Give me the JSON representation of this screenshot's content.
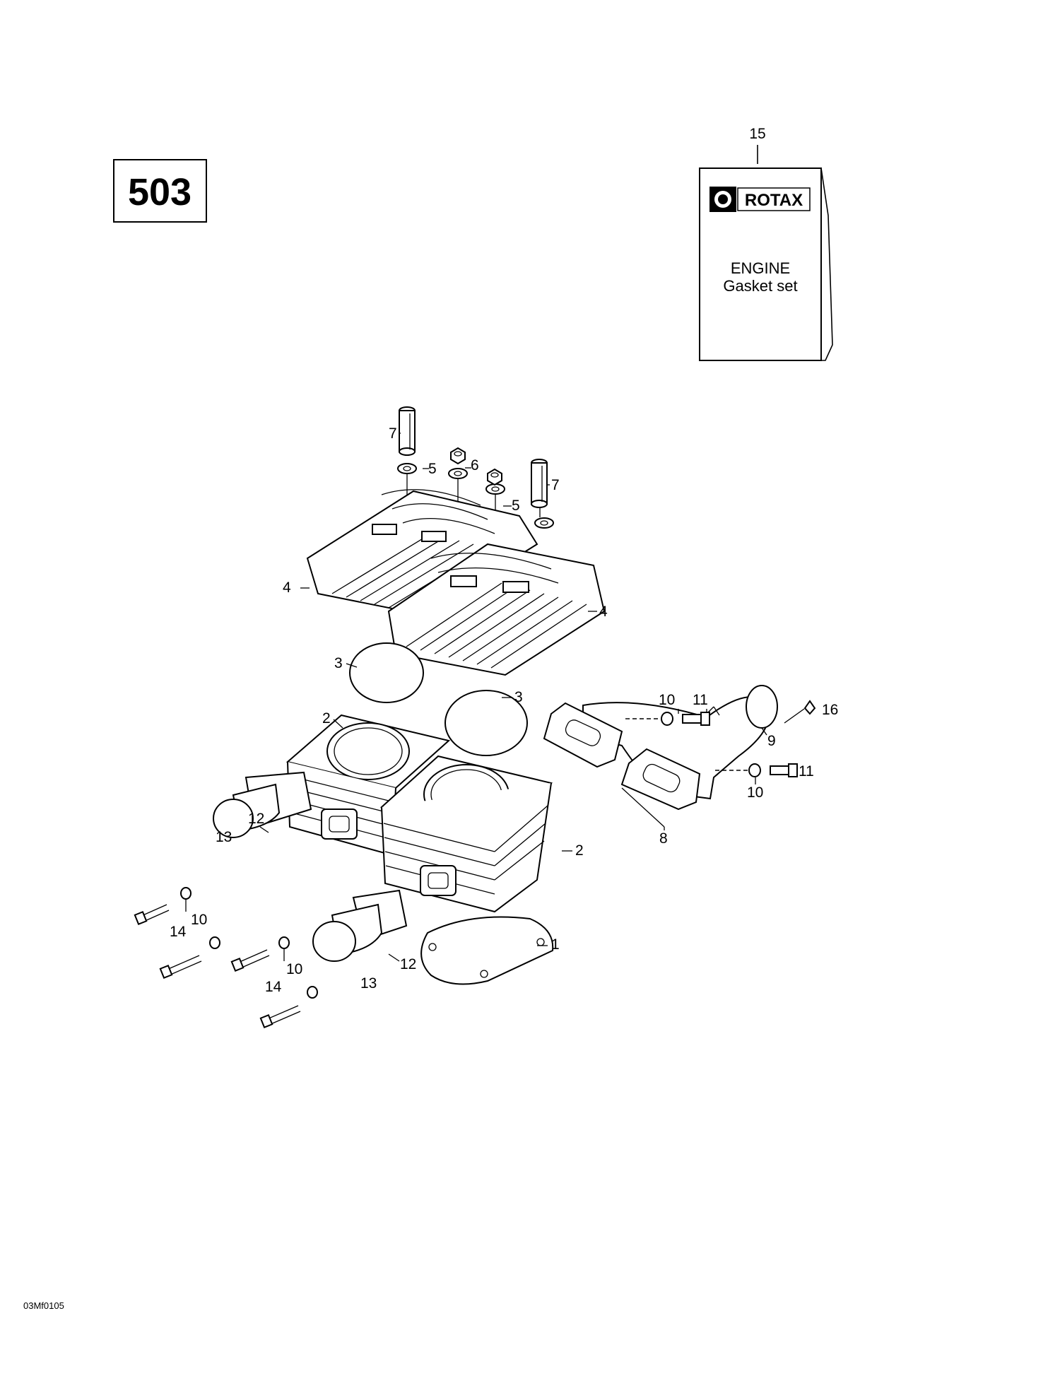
{
  "engine_model": "503",
  "gasket_set": {
    "callout": "15",
    "brand": "ROTAX",
    "title": "ENGINE",
    "subtitle": "Gasket set"
  },
  "callouts": {
    "c1": "1",
    "c2a": "2",
    "c2b": "2",
    "c3a": "3",
    "c3b": "3",
    "c4a": "4",
    "c4b": "4",
    "c5a": "5",
    "c5b": "5",
    "c6": "6",
    "c7a": "7",
    "c7b": "7",
    "c8": "8",
    "c9": "9",
    "c10a": "10",
    "c10b": "10",
    "c10c": "10",
    "c10d": "10",
    "c11a": "11",
    "c11b": "11",
    "c12a": "12",
    "c12b": "12",
    "c13a": "13",
    "c13b": "13",
    "c14a": "14",
    "c14b": "14",
    "c16": "16"
  },
  "drawing_code": "03Mf0105"
}
